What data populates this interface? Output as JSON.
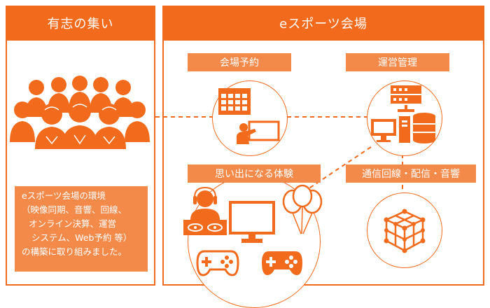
{
  "left_panel": {
    "title": "有志の集い",
    "description_lines": [
      "eスポーツ会場の環境",
      "（映像同期、音響、回線、",
      "オンライン決算、運営",
      "システム、Web予約 等）",
      "の構築に取り組みました。"
    ]
  },
  "right_panel": {
    "title": "eスポーツ会場",
    "tags": {
      "reservation": "会場予約",
      "management": "運営管理",
      "experience": "思い出になる体験",
      "network": "通信回線・配信・音響"
    }
  },
  "colors": {
    "accent": "#f26a1b",
    "accent_light": "#f48a4a"
  },
  "icons": [
    "people-group-icon",
    "calendar-presentation-icon",
    "server-database-icon",
    "dj-icon",
    "monitor-icon",
    "balloons-icon",
    "gamepad-icon",
    "network-cube-icon"
  ]
}
